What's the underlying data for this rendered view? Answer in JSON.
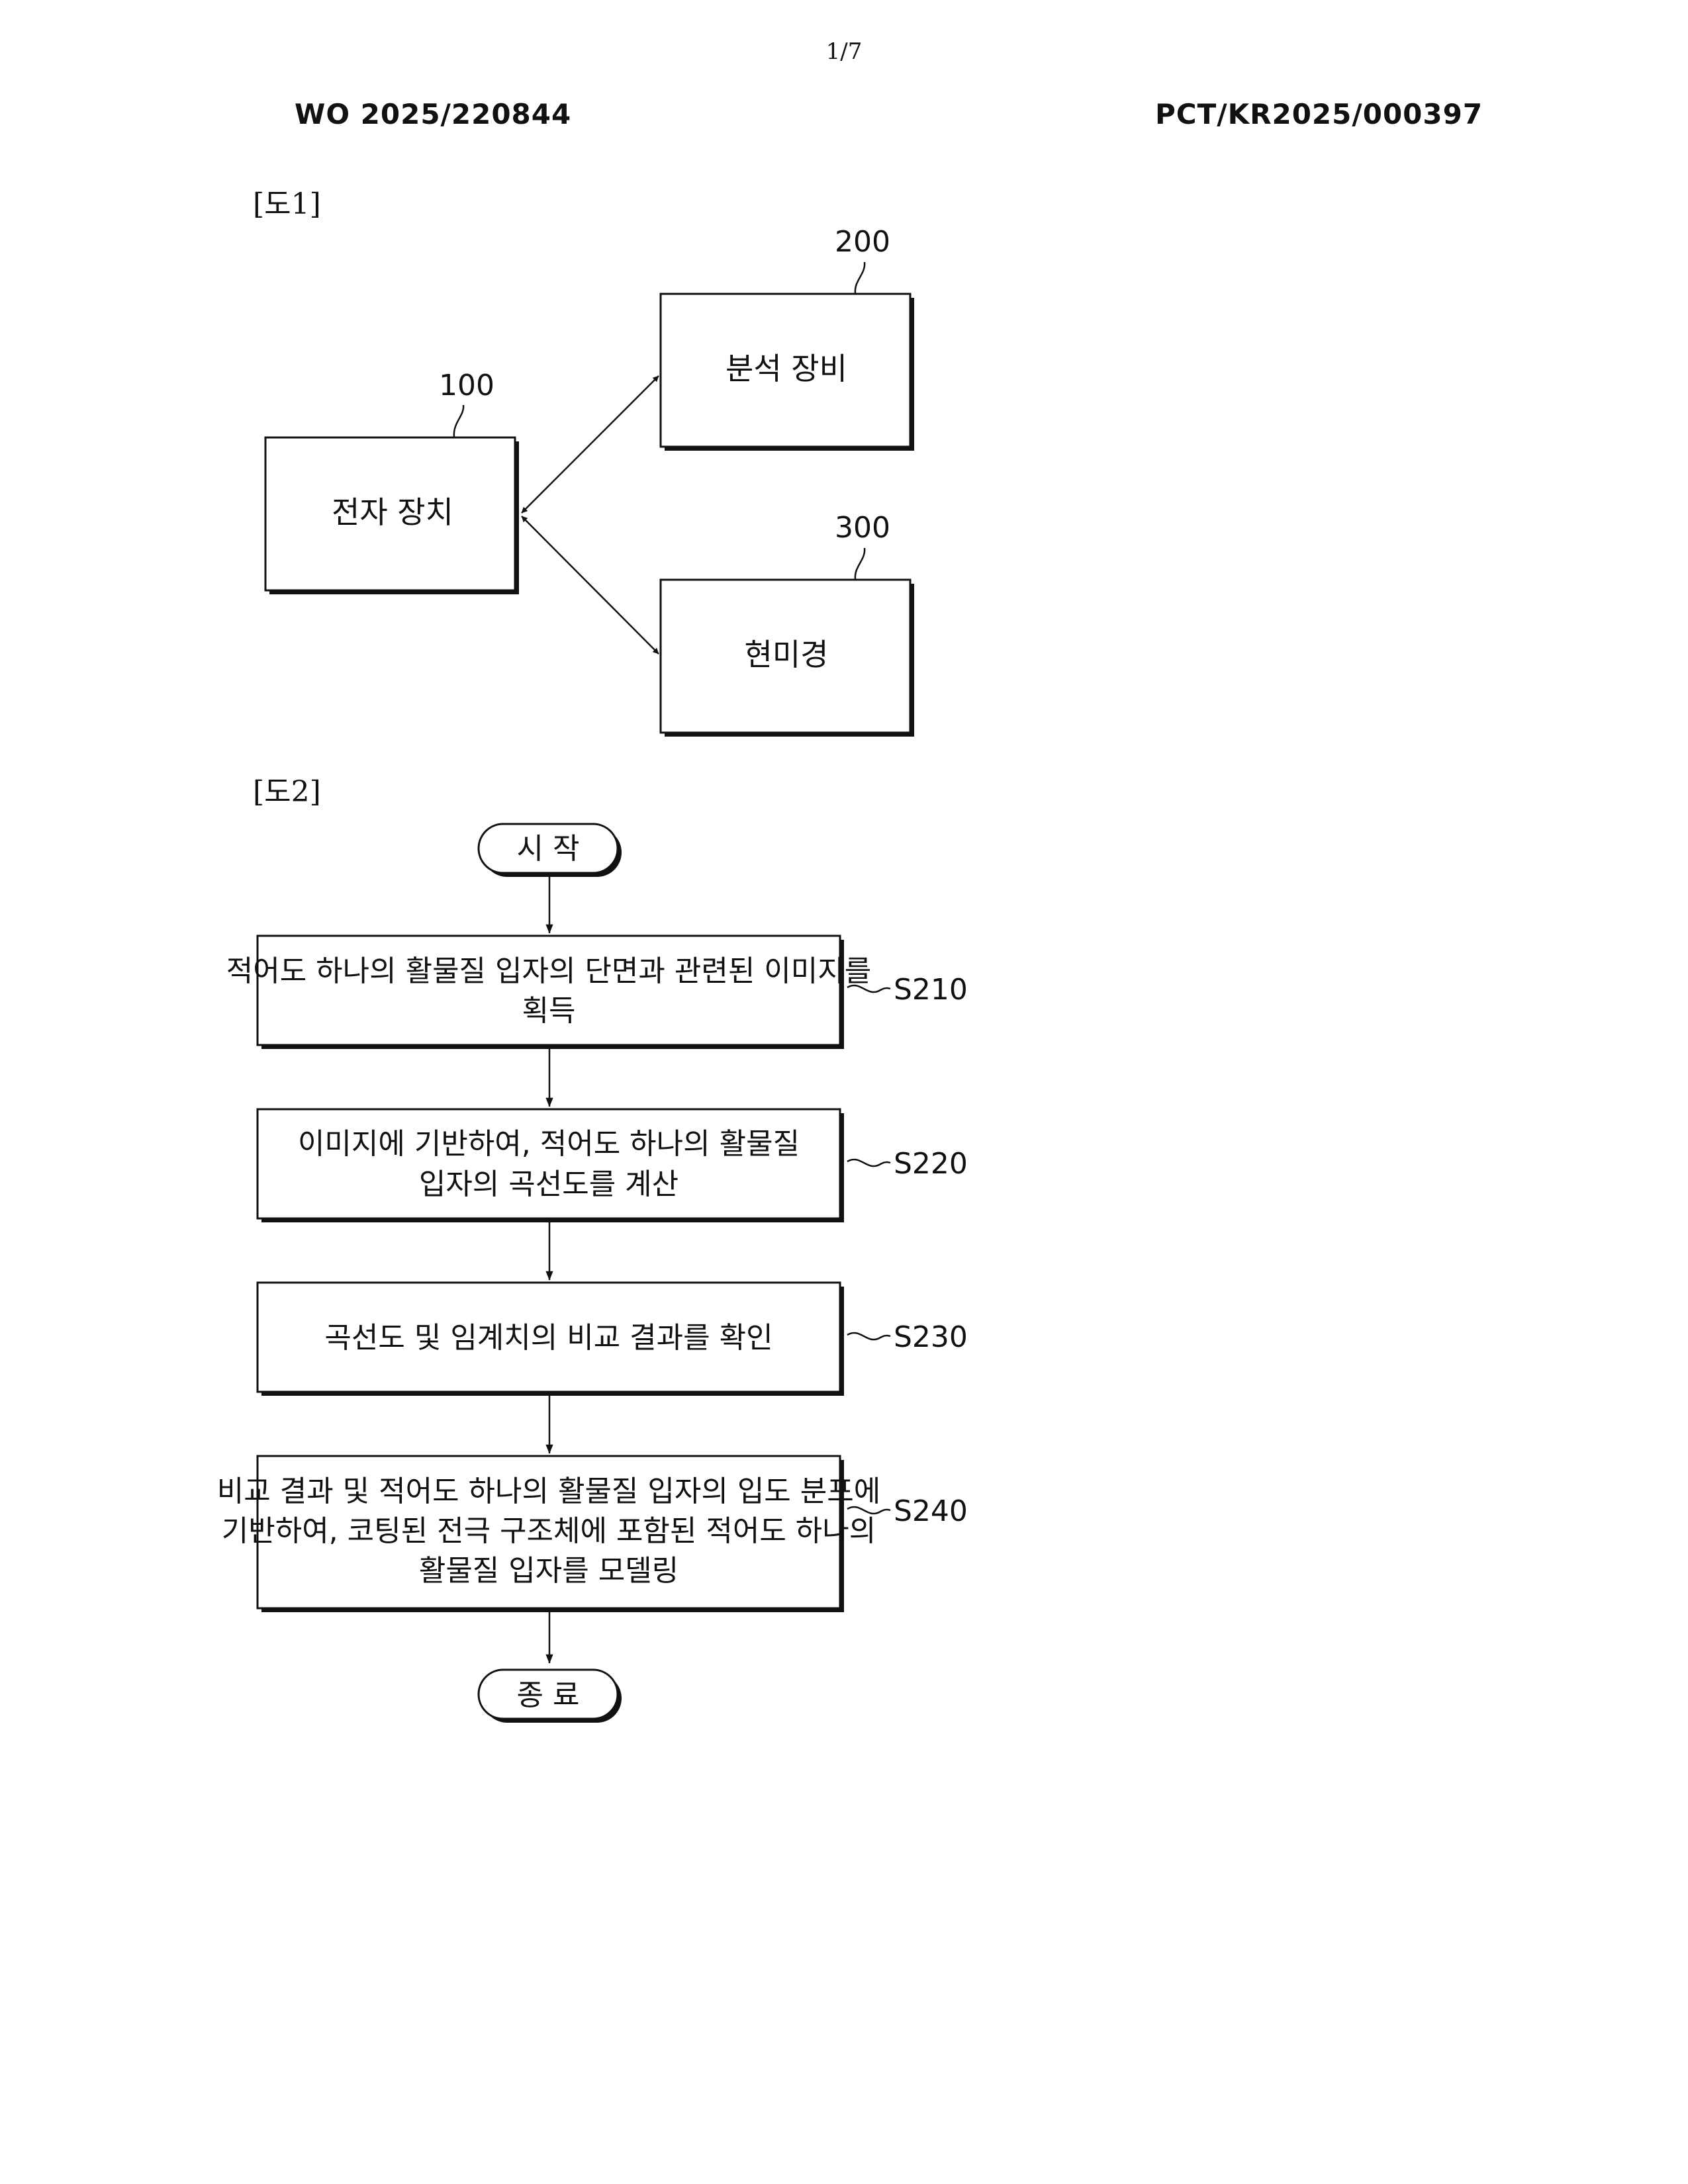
{
  "page": {
    "number": "1/7",
    "left_header": "WO 2025/220844",
    "right_header": "PCT/KR2025/000397"
  },
  "fig1": {
    "label": "[도1]",
    "boxes": [
      {
        "ref": "100",
        "text": "전자 장치"
      },
      {
        "ref": "200",
        "text": "분석 장비"
      },
      {
        "ref": "300",
        "text": "현미경"
      }
    ]
  },
  "fig2": {
    "label": "[도2]",
    "start": "시 작",
    "end": "종 료",
    "steps": [
      {
        "code": "S210",
        "lines": [
          "적어도 하나의 활물질 입자의 단면과 관련된 이미지를",
          "획득"
        ]
      },
      {
        "code": "S220",
        "lines": [
          "이미지에 기반하여, 적어도 하나의 활물질",
          "입자의 곡선도를 계산"
        ]
      },
      {
        "code": "S230",
        "lines": [
          "곡선도 및 임계치의 비교 결과를 확인"
        ]
      },
      {
        "code": "S240",
        "lines": [
          "비교 결과 및 적어도 하나의 활물질 입자의 입도 분포에",
          "기반하여, 코팅된 전극 구조체에 포함된 적어도 하나의",
          "활물질 입자를 모델링"
        ]
      }
    ]
  }
}
